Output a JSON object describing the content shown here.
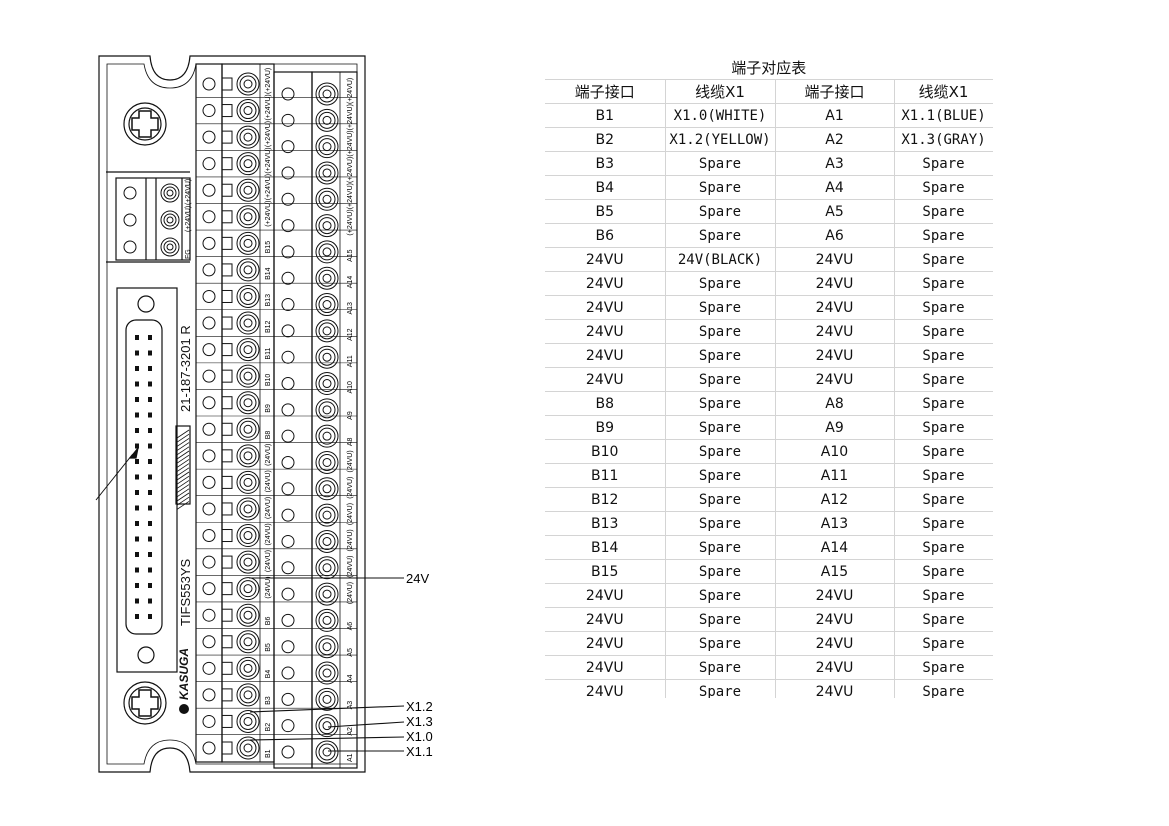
{
  "diagram": {
    "model_label": "21-187-3201 R",
    "product_label": "TIFS553YS",
    "brand_label": "KASUGA",
    "callouts": [
      {
        "id": "24v",
        "text": "24V"
      },
      {
        "id": "x12",
        "text": "X1.2"
      },
      {
        "id": "x13",
        "text": "X1.3"
      },
      {
        "id": "x10",
        "text": "X1.0"
      },
      {
        "id": "x11",
        "text": "X1.1"
      }
    ],
    "b_labels": [
      "B1",
      "B2",
      "B3",
      "B4",
      "B5",
      "B6",
      "(24VU)",
      "(24VU)",
      "(24VU)",
      "(24VU)",
      "(24VU)",
      "(24VU)",
      "B8",
      "B9",
      "B10",
      "B11",
      "B12",
      "B13",
      "B14",
      "B15",
      "(+24VU)",
      "(+24VU)",
      "(+24VU)",
      "(+24VU)",
      "(+24VU)",
      "(+24VU)"
    ],
    "a_labels": [
      "A1",
      "A2",
      "A3",
      "A4",
      "A5",
      "A6",
      "(24VU)",
      "(24VU)",
      "(24VU)",
      "(24VU)",
      "(24VU)",
      "(24VU)",
      "A8",
      "A9",
      "A10",
      "A11",
      "A12",
      "A13",
      "A14",
      "A15",
      "(+24VU)",
      "(+24VU)",
      "(+24VU)",
      "(+24VU)",
      "(+24VU)",
      "(+24VU)"
    ],
    "side_labels": [
      "(+24VU)",
      "(+24VU)",
      "FG"
    ]
  },
  "table": {
    "title": "端子对应表",
    "headers": [
      "端子接口",
      "线缆X1",
      "端子接口",
      "线缆X1"
    ],
    "rows": [
      [
        "B1",
        "X1.0(WHITE)",
        "A1",
        "X1.1(BLUE)"
      ],
      [
        "B2",
        "X1.2(YELLOW)",
        "A2",
        "X1.3(GRAY)"
      ],
      [
        "B3",
        "Spare",
        "A3",
        "Spare"
      ],
      [
        "B4",
        "Spare",
        "A4",
        "Spare"
      ],
      [
        "B5",
        "Spare",
        "A5",
        "Spare"
      ],
      [
        "B6",
        "Spare",
        "A6",
        "Spare"
      ],
      [
        "24VU",
        "24V(BLACK)",
        "24VU",
        "Spare"
      ],
      [
        "24VU",
        "Spare",
        "24VU",
        "Spare"
      ],
      [
        "24VU",
        "Spare",
        "24VU",
        "Spare"
      ],
      [
        "24VU",
        "Spare",
        "24VU",
        "Spare"
      ],
      [
        "24VU",
        "Spare",
        "24VU",
        "Spare"
      ],
      [
        "24VU",
        "Spare",
        "24VU",
        "Spare"
      ],
      [
        "B8",
        "Spare",
        "A8",
        "Spare"
      ],
      [
        "B9",
        "Spare",
        "A9",
        "Spare"
      ],
      [
        "B10",
        "Spare",
        "A10",
        "Spare"
      ],
      [
        "B11",
        "Spare",
        "A11",
        "Spare"
      ],
      [
        "B12",
        "Spare",
        "A12",
        "Spare"
      ],
      [
        "B13",
        "Spare",
        "A13",
        "Spare"
      ],
      [
        "B14",
        "Spare",
        "A14",
        "Spare"
      ],
      [
        "B15",
        "Spare",
        "A15",
        "Spare"
      ],
      [
        "24VU",
        "Spare",
        "24VU",
        "Spare"
      ],
      [
        "24VU",
        "Spare",
        "24VU",
        "Spare"
      ],
      [
        "24VU",
        "Spare",
        "24VU",
        "Spare"
      ],
      [
        "24VU",
        "Spare",
        "24VU",
        "Spare"
      ],
      [
        "24VU",
        "Spare",
        "24VU",
        "Spare"
      ]
    ]
  }
}
